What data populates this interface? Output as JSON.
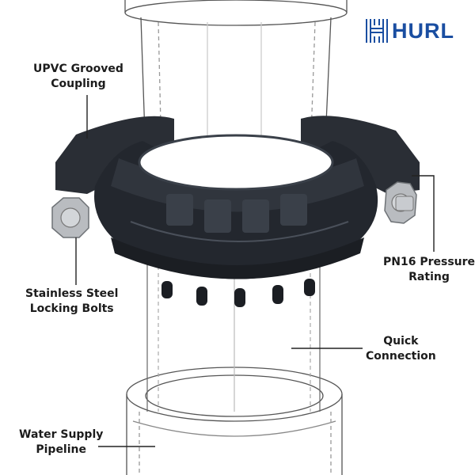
{
  "brand": {
    "name": "HURL",
    "logo_icon": "h-tube-logo-icon",
    "color": "#1a4ea1"
  },
  "callouts": [
    {
      "id": "upvc-coupling",
      "lines": [
        "UPVC Grooved",
        "Coupling"
      ]
    },
    {
      "id": "locking-bolts",
      "lines": [
        "Stainless Steel",
        "Locking Bolts"
      ]
    },
    {
      "id": "pressure-rating",
      "lines": [
        "PN16 Pressure",
        "Rating"
      ]
    },
    {
      "id": "quick-connection",
      "lines": [
        "Quick",
        "Connection"
      ]
    },
    {
      "id": "supply-pipeline",
      "lines": [
        "Water Supply",
        "Pipeline"
      ]
    }
  ],
  "colors": {
    "coupling_body": "#23272e",
    "pipe_outline": "#4a4a4a",
    "bolt": "#b9bcc0",
    "leader_line": "#222222"
  }
}
